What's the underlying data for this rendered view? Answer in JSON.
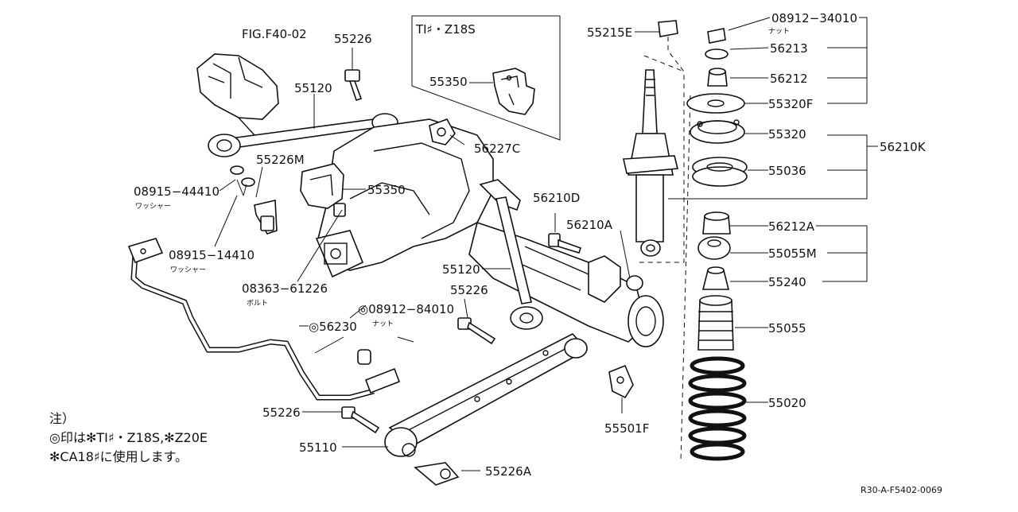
{
  "figure_ref": "FIG.F40-02",
  "footer_code": "R30-A-F5402-0069",
  "inset_label": "TI♯・Z18S",
  "labels": {
    "p55226_top": "55226",
    "p55120_top": "55120",
    "p55226M": "55226M",
    "p08915_44410": "08915−44410",
    "washer_a": "ワッシャー",
    "p08915_14410": "08915−14410",
    "washer_b": "ワッシャー",
    "p55350_inset": "55350",
    "p55350_main": "55350",
    "p56227C": "56227C",
    "p08363_61226": "08363−61226",
    "bolt": "ボルト",
    "p08912_84010": "◎08912−84010",
    "nut_a": "ナット",
    "p56230": "◎56230",
    "p56210D": "56210D",
    "p56210A": "56210A",
    "p55120_mid": "55120",
    "p55226_mid": "55226",
    "p55226_low": "55226",
    "p55110": "55110",
    "p55226A": "55226A",
    "p55501F": "55501F",
    "p55215E": "55215E",
    "p08912_34010": "08912−34010",
    "nut_b": "ナット",
    "p56213": "56213",
    "p56212": "56212",
    "p55320F": "55320F",
    "p55320": "55320",
    "p56210K": "56210K",
    "p55036": "55036",
    "p56212A": "56212A",
    "p55055M": "55055M",
    "p55240": "55240",
    "p55055": "55055",
    "p55020": "55020"
  },
  "note": {
    "heading": "注）",
    "line1": "◎印は✻TI♯・Z18S,✻Z20E",
    "line2": "✻CA18♯に使用します。"
  }
}
